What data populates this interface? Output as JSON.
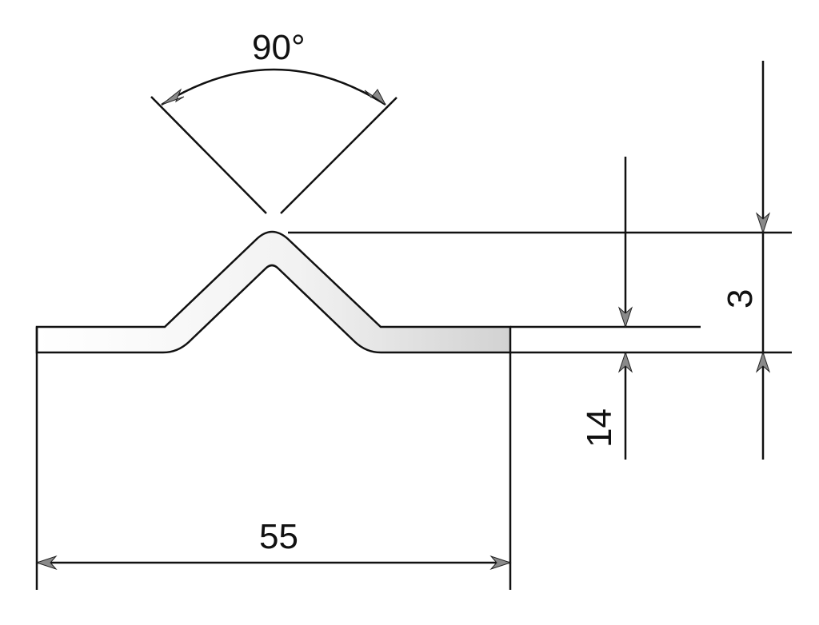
{
  "drawing": {
    "dimensions": {
      "angle": "90°",
      "total_height": "3",
      "base_height": "14",
      "width": "55"
    },
    "colors": {
      "line": "#111111",
      "arrow": "#8a8a8a",
      "fill_light": "#ffffff",
      "fill_shade": "#d6d6d6"
    }
  }
}
